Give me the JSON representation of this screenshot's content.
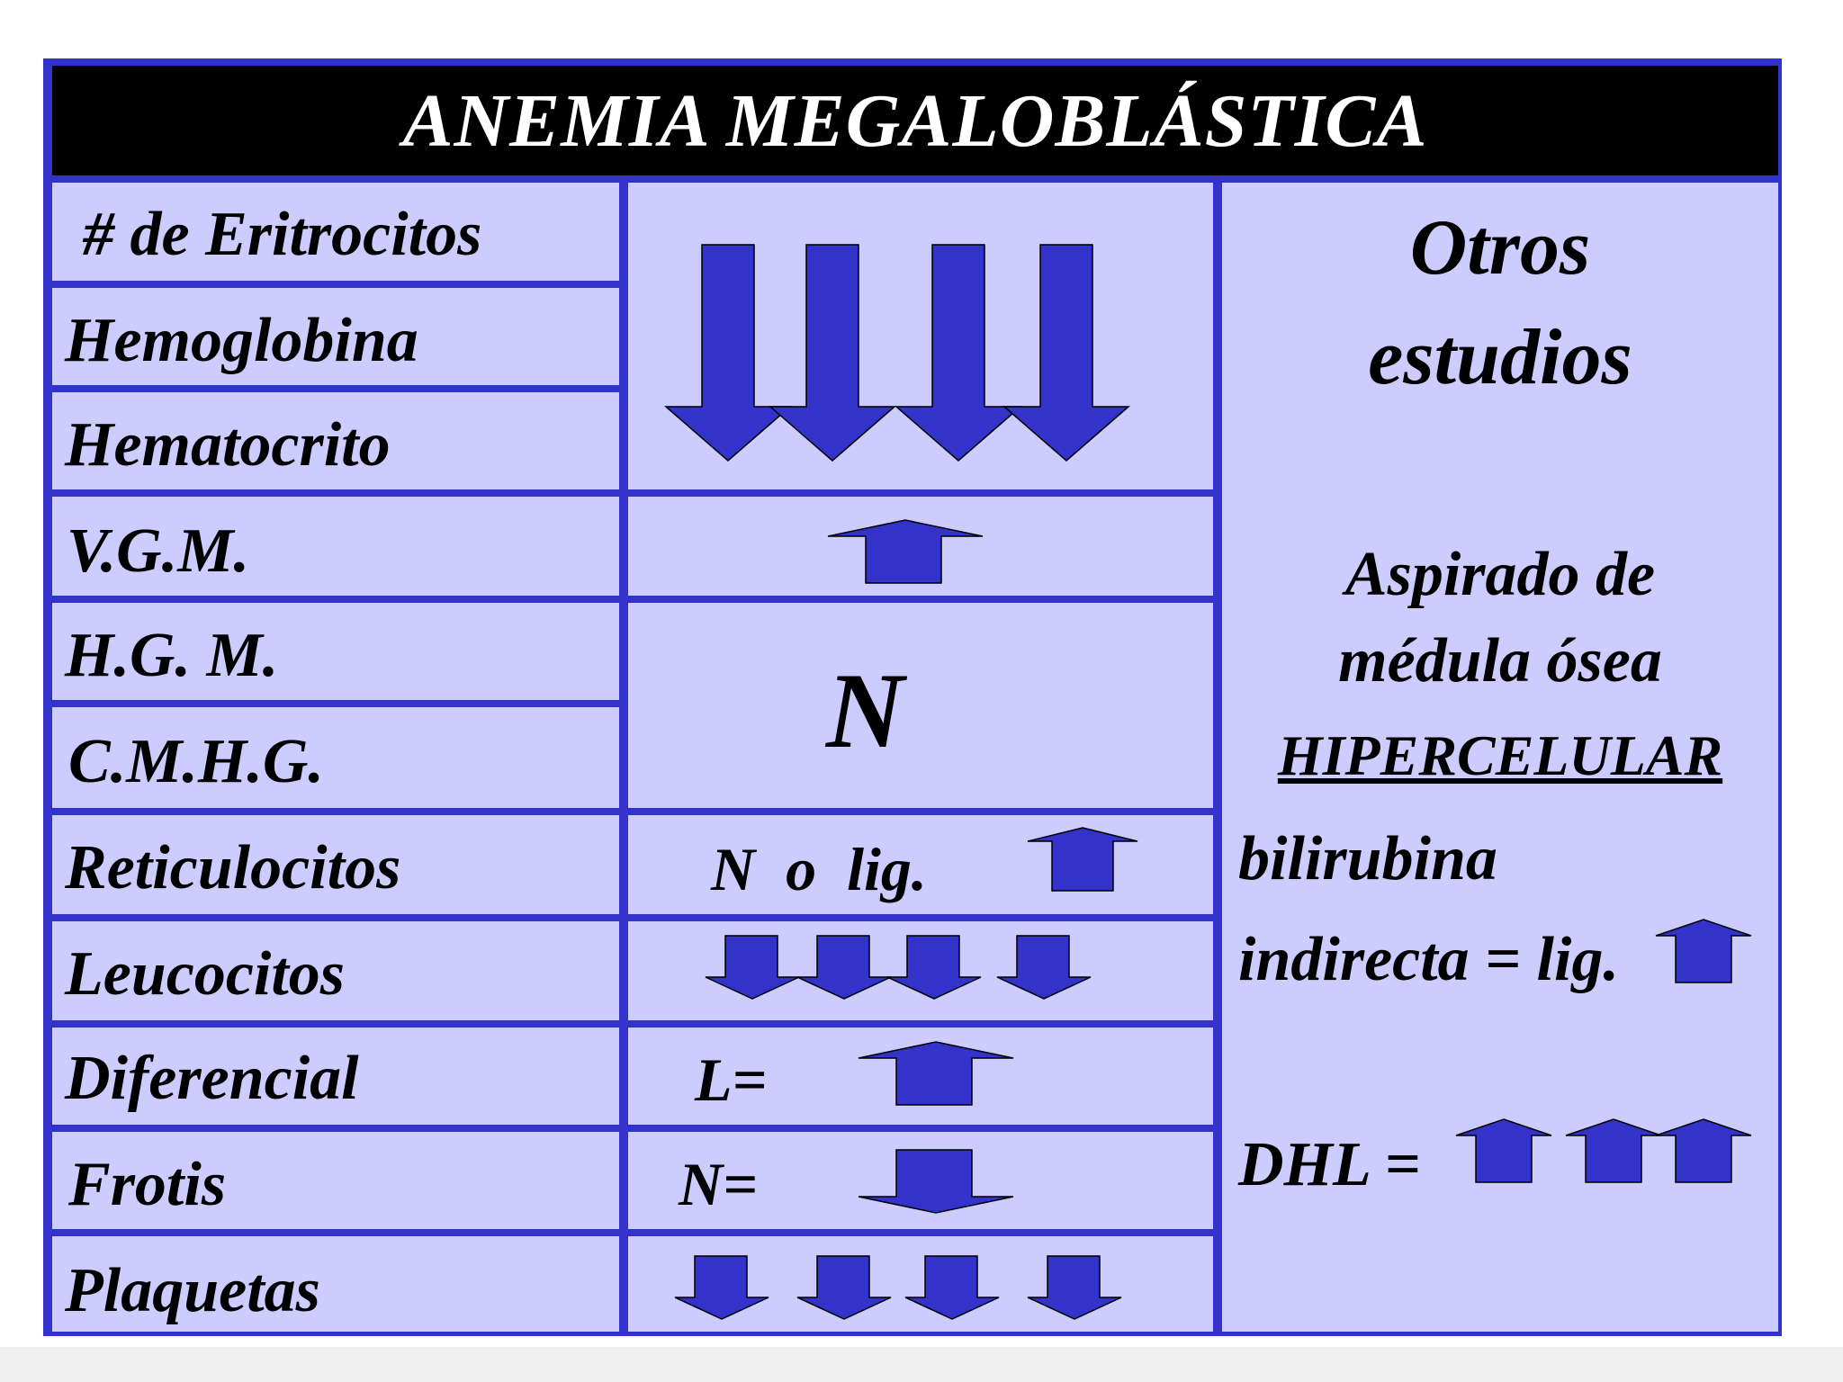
{
  "title": "ANEMIA MEGALOBLÁSTICA",
  "colors": {
    "frame": "#3333cc",
    "cell": "#ccccff",
    "title_bg": "#000000",
    "title_text": "#ffffff",
    "arrow": "#3333cc"
  },
  "rows": [
    {
      "label": "# de Eritrocitos"
    },
    {
      "label": "Hemoglobina"
    },
    {
      "label": "Hematocrito"
    },
    {
      "label": "V.G.M."
    },
    {
      "label": "H.G. M."
    },
    {
      "label": "C.M.H.G."
    },
    {
      "label": "Reticulocitos"
    },
    {
      "label": "Leucocitos"
    },
    {
      "label": "Diferencial"
    },
    {
      "label": "Frotis"
    },
    {
      "label": "Plaquetas"
    }
  ],
  "values": {
    "eritro_group": {
      "icon": "down-arrow-icon",
      "count": 4
    },
    "vgm": {
      "icon": "up-arrow-icon",
      "count": 1
    },
    "hgm_cmhg": "N",
    "reticulocitos": {
      "text": "N  o  lig.",
      "icon": "up-arrow-icon"
    },
    "leucocitos": {
      "icon": "down-arrow-icon",
      "count": 4
    },
    "diferencial": {
      "text": "L=",
      "icon": "up-arrow-icon"
    },
    "frotis": {
      "text": "N=",
      "icon": "down-arrow-icon"
    },
    "plaquetas": {
      "icon": "down-arrow-icon",
      "count": 4
    }
  },
  "side": {
    "heading_line1": "Otros",
    "heading_line2": "estudios",
    "aspirado_line1": "Aspirado de",
    "aspirado_line2": "médula ósea",
    "hipercelular": "HIPERCELULAR",
    "bilirubina_line1": "bilirubina",
    "bilirubina_line2": "indirecta = lig.",
    "dhl": "DHL ="
  }
}
